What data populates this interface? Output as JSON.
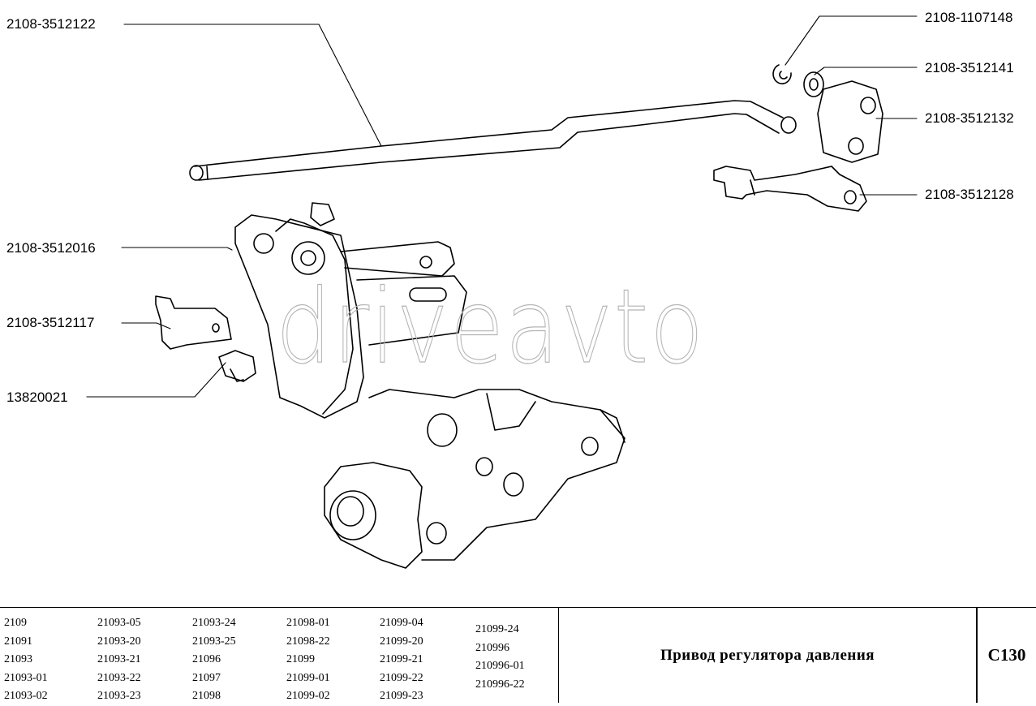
{
  "callouts": [
    {
      "id": "rod",
      "text": "2108-3512122"
    },
    {
      "id": "lock-washer",
      "text": "2108-1107148"
    },
    {
      "id": "washer",
      "text": "2108-3512141"
    },
    {
      "id": "bushing",
      "text": "2108-3512132"
    },
    {
      "id": "bracket-right",
      "text": "2108-3512128"
    },
    {
      "id": "lever-bracket",
      "text": "2108-3512016"
    },
    {
      "id": "clamp",
      "text": "2108-3512117"
    },
    {
      "id": "bolt",
      "text": "13820021"
    }
  ],
  "watermark": "driveavto",
  "title_block": {
    "models": [
      [
        "2109",
        "21091",
        "21093",
        "21093-01",
        "21093-02"
      ],
      [
        "21093-05",
        "21093-20",
        "21093-21",
        "21093-22",
        "21093-23"
      ],
      [
        "21093-24",
        "21093-25",
        "21096",
        "21097",
        "21098"
      ],
      [
        "21098-01",
        "21098-22",
        "21099",
        "21099-01",
        "21099-02"
      ],
      [
        "21099-04",
        "21099-20",
        "21099-21",
        "21099-22",
        "21099-23"
      ],
      [
        "21099-24",
        "210996",
        "210996-01",
        "210996-22"
      ]
    ],
    "title": "Привод регулятора давления",
    "page_code": "C130"
  }
}
